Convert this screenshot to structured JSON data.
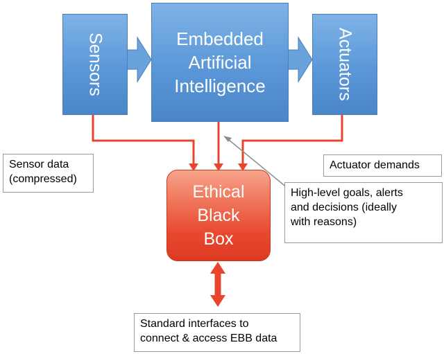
{
  "boxes": {
    "sensors": "Sensors",
    "ai": "Embedded\nArtificial\nIntelligence",
    "actuators": "Actuators",
    "ebb": "Ethical\nBlack\nBox"
  },
  "labels": {
    "sensor_data": "Sensor data\n(compressed)",
    "actuator_demands": "Actuator demands",
    "goals": "High-level goals, alerts\nand decisions (ideally\nwith reasons)",
    "standard_interfaces": "Standard interfaces to\nconnect & access EBB data"
  },
  "colors": {
    "blue_box": "#5b97d8",
    "red_box": "#e8492e",
    "red_arrow": "#e8452c",
    "gray_arrow": "#8c8c8c"
  }
}
